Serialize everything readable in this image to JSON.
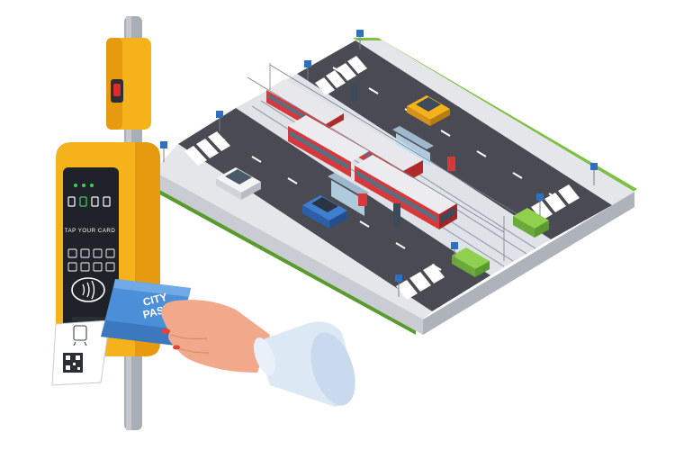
{
  "validator": {
    "screen_text": "TAP YOUR CARD"
  },
  "card": {
    "line1": "CITY",
    "line2": "PASS"
  },
  "colors": {
    "road": "#4a4a52",
    "grass": "#7cc143",
    "tram_red": "#d8383a",
    "validator_yellow": "#f6b21a",
    "card_blue": "#4a8fd8"
  }
}
